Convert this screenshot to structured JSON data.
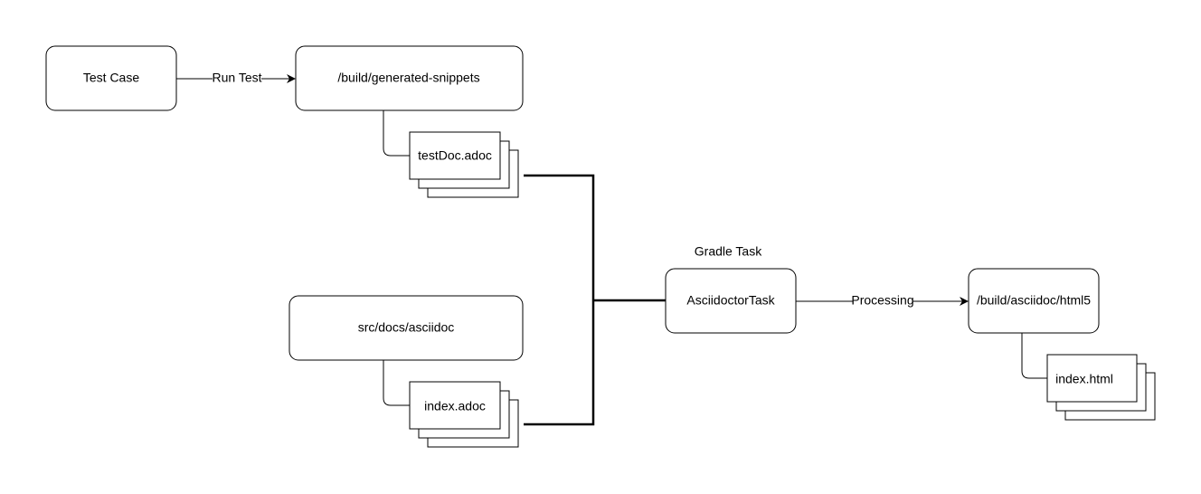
{
  "diagram": {
    "nodes": {
      "test_case": "Test Case",
      "generated_snippets": "/build/generated-snippets",
      "test_doc": "testDoc.adoc",
      "src_docs": "src/docs/asciidoc",
      "index_adoc": "index.adoc",
      "gradle_task_caption": "Gradle Task",
      "asciidoctor_task": "AsciidoctorTask",
      "html5_output": "/build/asciidoc/html5",
      "index_html": "index.html"
    },
    "edges": {
      "run_test": "Run Test",
      "processing": "Processing"
    }
  },
  "colors": {
    "stroke": "#000000",
    "fill": "#ffffff"
  }
}
